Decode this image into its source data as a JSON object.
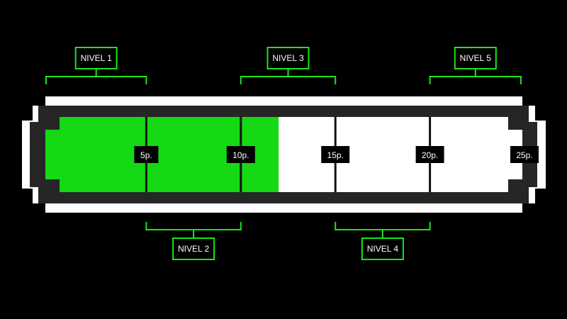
{
  "colors": {
    "background": "#000000",
    "accent": "#19e619",
    "fill": "#14d914",
    "track": "#ffffff",
    "frame": "#262626",
    "marker_bg": "#000000",
    "marker_text": "#ffffff"
  },
  "progress": {
    "current_points": 12,
    "max_points": 25
  },
  "markers": [
    {
      "points": 5,
      "label": "5p."
    },
    {
      "points": 10,
      "label": "10p."
    },
    {
      "points": 15,
      "label": "15p."
    },
    {
      "points": 20,
      "label": "20p."
    },
    {
      "points": 25,
      "label": "25p."
    }
  ],
  "levels": [
    {
      "label": "NIVEL 1",
      "from_points": 0,
      "to_points": 5,
      "position": "top"
    },
    {
      "label": "NIVEL 2",
      "from_points": 5,
      "to_points": 10,
      "position": "bottom"
    },
    {
      "label": "NIVEL 3",
      "from_points": 10,
      "to_points": 15,
      "position": "top"
    },
    {
      "label": "NIVEL 4",
      "from_points": 15,
      "to_points": 20,
      "position": "bottom"
    },
    {
      "label": "NIVEL 5",
      "from_points": 20,
      "to_points": 25,
      "position": "top"
    }
  ]
}
